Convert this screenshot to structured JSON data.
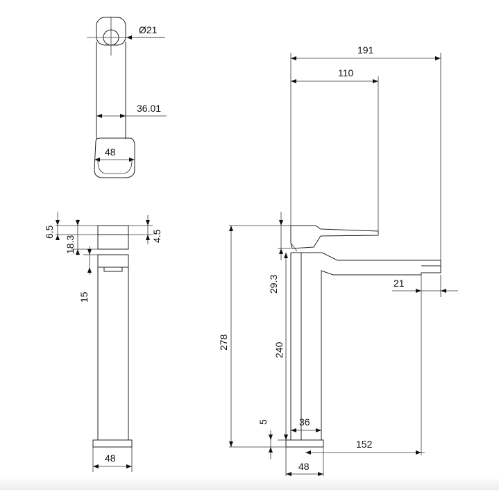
{
  "dimensions": {
    "top_view_diameter": "Ø21",
    "top_view_handle_length": "36.01",
    "top_view_base_width": "48",
    "left_dim_a": "6.5",
    "left_dim_b": "18.3",
    "left_dim_c": "15",
    "right_small_dim": "4.5",
    "side_base_width": "48",
    "overall_reach": "191",
    "handle_reach": "110",
    "total_height": "278",
    "spout_offset_height": "29.3",
    "body_height": "240",
    "spout_tip_width": "21",
    "base_thickness": "5",
    "body_width": "36",
    "spout_projection": "152",
    "front_base_width": "48"
  }
}
